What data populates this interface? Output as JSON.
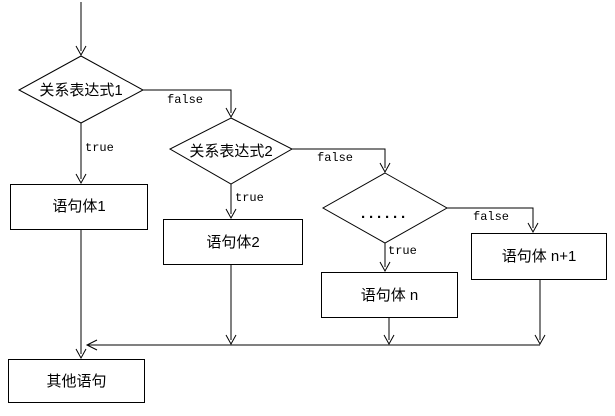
{
  "diagram": {
    "title": "if-else-if ladder flowchart",
    "colors": {
      "background": "#ffffff",
      "line": "#000000",
      "text": "#000000"
    },
    "decisions": [
      {
        "label": "关系表达式1",
        "true_label": "true",
        "false_label": "false"
      },
      {
        "label": "关系表达式2",
        "true_label": "true",
        "false_label": "false"
      },
      {
        "label": "······",
        "true_label": "true",
        "false_label": "false"
      }
    ],
    "processes": [
      {
        "label": "语句体1"
      },
      {
        "label": "语句体2"
      },
      {
        "label": "语句体 n"
      },
      {
        "label": "语句体 n+1"
      },
      {
        "label": "其他语句"
      }
    ]
  }
}
